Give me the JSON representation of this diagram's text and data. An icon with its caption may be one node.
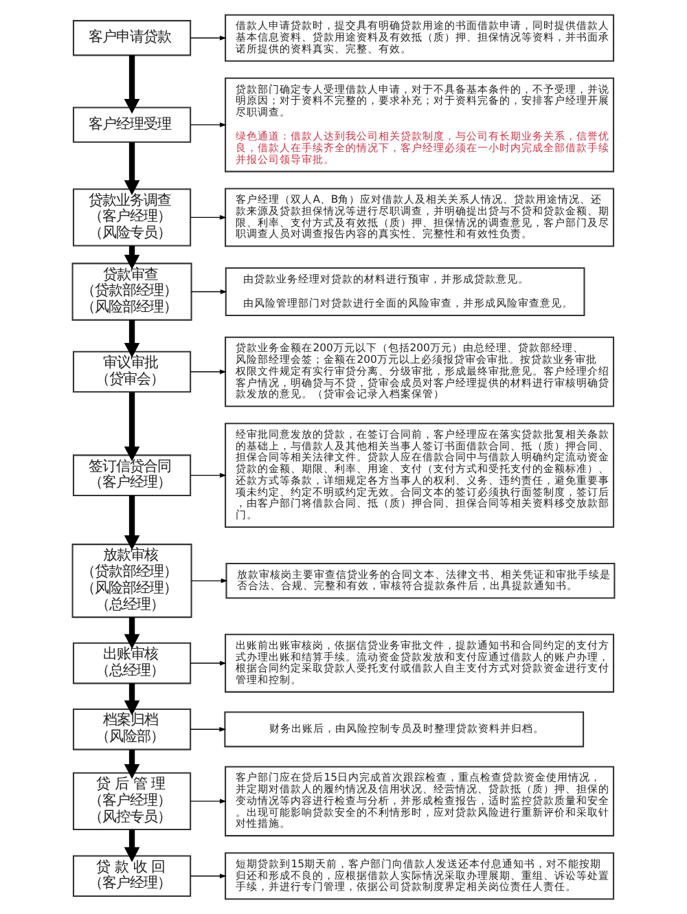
{
  "diagram": {
    "nodes": [
      {
        "text": [
          "客户申请贷款"
        ]
      },
      {
        "text": [
          "借款人申请贷款时，提交具有明确贷款用途的书面借款申请，同时提供借款人基本信息资料、贷款用途资料及有效抵（质）押、担保情况等资料，并书面承诺所提供的资料真实、完整、有效。"
        ]
      },
      {
        "text": [
          "客户经理受理"
        ]
      },
      {
        "text": [
          "贷款部门确定专人受理借款人申请，对于不具备基本条件的，不予受理，并说明原因；对于资料不完整的，要求补充；对于资料完备的，安排客户经理开展尽职调查。",
          "绿色通道：借款人达到我公司相关贷款制度，与公司有长期业务关系，信誉优良，借款人在手续齐全的情况下，客户经理必须在一小时内完成全部借款手续并报公司领导审批。"
        ]
      },
      {
        "text": [
          "贷款业务调查",
          "（客户经理）",
          "（风险专员）"
        ]
      },
      {
        "text": [
          "客户经理（双人A、B角）应对借款人及相关关系人情况、贷款用途情况、还款来源及贷款担保情况等进行尽职调查，并明确提出贷与不贷和贷款金额、期限、利率、支付方式及有效抵（质）押、担保情况的调查意见，客户部门及尽职调查人员对调查报告内容的真实性、完整性和有效性负责。"
        ]
      },
      {
        "text": [
          "贷款审查",
          "（贷款部经理）",
          "（风险部经理）"
        ]
      },
      {
        "text": [
          "由贷款业务经理对贷款的材料进行预审，并形成贷款意见。",
          "由风险管理部门对贷款进行全面的风险审查，并形成风险审查意见。"
        ]
      },
      {
        "text": [
          "审议审批",
          "（贷审会）"
        ]
      },
      {
        "text": [
          "贷款业务金额在200万元以下（包括200万元）由总经理、贷款部经理、风险部经理会签；金额在200万元以上必须报贷审会审批。按贷款业务审批权限文件规定有实行审贷分离、分级审批，形成最终审批意见。客户经理介绍客户情况，明确贷与不贷，贷审会成员对客户经理提供的材料进行审核明确贷款发放的意见。（贷审会记录入档案保管）"
        ]
      },
      {
        "text": [
          "签订信贷合同",
          "（客户经理）"
        ]
      },
      {
        "text": [
          "经审批同意发放的贷款，在签订合同前，客户经理应在落实贷款批复相关条款的基础上，与借款人及其他相关当事人签订书面借款合同、抵（质）押合同、担保合同等相关法律文件。贷款人应在借款合同中与借款人明确约定流动资金贷款的金额、期限、利率、用途、支付（支付方式和受托支付的金额标准）、还款方式等条款，详细规定各方当事人的权利、义务、违约责任，避免重要事项未约定、约定不明或约定无效。合同文本的签订必须执行面签制度，签订后，由客户部门将借款合同、抵（质）押合同、担保合同等相关资料移交放款部门。"
        ]
      },
      {
        "text": [
          "放款审核",
          "（贷款部经理）",
          "（风险部经理）",
          "（总经理）"
        ]
      },
      {
        "text": [
          "放款审核岗主要审查信贷业务的合同文本、法律文书、相关凭证和审批手续是否合法、合规、完整和有效，审核符合提款条件后，出具提款通知书。"
        ]
      },
      {
        "text": [
          "出账审核",
          "（总经理）"
        ]
      },
      {
        "text": [
          "出账前出账审核岗，依据信贷业务审批文件，提款通知书和合同约定的支付方式办理出账和结算手续。流动资金贷款发放和支付应通过借款人的账户办理，根据合同约定采取贷款人受托支付或借款人自主支付方式对贷款资金进行支付管理和控制。"
        ]
      },
      {
        "text": [
          "档案归档",
          "（风险部）"
        ]
      },
      {
        "text": [
          "财务出账后，由风险控制专员及时整理贷款资料并归档。"
        ]
      },
      {
        "text": [
          "贷 后 管 理",
          "（客户经理）",
          "（风控专员）"
        ]
      },
      {
        "text": [
          "客户部门应在贷后15日内完成首次跟踪检查，重点检查贷款资金使用情况，并定期对借款人的履约情况及信用状况、经营情况、贷款抵（质）押、担保的变动情况等内容进行检查与分析，并形成检查报告，适时监控贷款质量和安全。出现可能影响贷款安全的不利情形时，应对贷款风险进行重新评价和采取针对性措施。"
        ]
      },
      {
        "text": [
          "贷 款 收 回",
          "（客户经理）"
        ]
      },
      {
        "text": [
          "短期贷款到15期天前，客户部门向借款人发送还本付息通知书，对不能按期归还和形成不良的，应根据借款人实际情况采取办理展期、重组、诉讼等处置手续，并进行专门管理，依据公司贷款制度界定相关岗位责任人责任。"
        ]
      }
    ],
    "edges": [
      {
        "from": 0,
        "to": 1,
        "arrow": "to"
      },
      {
        "from": 0,
        "to": 2,
        "arrow": "to",
        "style": "thick"
      },
      {
        "from": 2,
        "to": 3,
        "arrow": "to"
      },
      {
        "from": 2,
        "to": 4,
        "arrow": "to",
        "style": "thick"
      },
      {
        "from": 4,
        "to": 5,
        "arrow": "to"
      },
      {
        "from": 4,
        "to": 6,
        "arrow": "to",
        "style": "thick"
      },
      {
        "from": 6,
        "to": 7,
        "arrow": "to"
      },
      {
        "from": 6,
        "to": 8,
        "arrow": "to",
        "style": "thick"
      },
      {
        "from": 8,
        "to": 9,
        "arrow": "to"
      },
      {
        "from": 8,
        "to": 10,
        "arrow": "to",
        "style": "thick"
      },
      {
        "from": 10,
        "to": 11,
        "arrow": "to"
      },
      {
        "from": 10,
        "to": 12,
        "arrow": "to",
        "style": "thick"
      },
      {
        "from": 12,
        "to": 13,
        "arrow": "to"
      },
      {
        "from": 12,
        "to": 14,
        "arrow": "to",
        "style": "thick"
      },
      {
        "from": 14,
        "to": 15,
        "arrow": "to"
      },
      {
        "from": 14,
        "to": 16,
        "arrow": "to",
        "style": "thick"
      },
      {
        "from": 16,
        "to": 17,
        "arrow": "to"
      },
      {
        "from": 16,
        "to": 18,
        "arrow": "to",
        "style": "thick"
      },
      {
        "from": 18,
        "to": 19,
        "arrow": "to"
      },
      {
        "from": 18,
        "to": 20,
        "arrow": "to",
        "style": "thick"
      },
      {
        "from": 20,
        "to": 21,
        "arrow": "to"
      }
    ]
  }
}
